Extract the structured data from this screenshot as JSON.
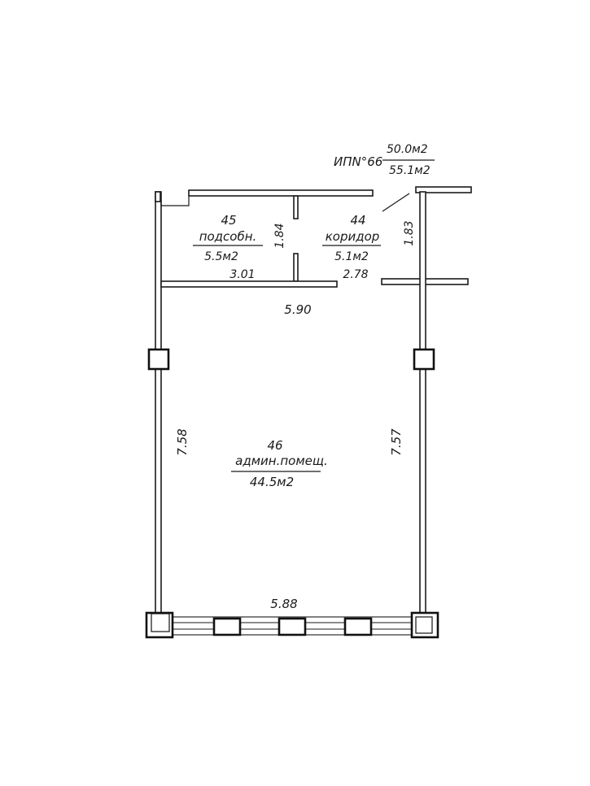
{
  "plan": {
    "code": "ИПN°66",
    "area_top": "50.0м2",
    "area_bottom": "55.1м2",
    "rooms": [
      {
        "num": "45",
        "name": "подсобн.",
        "area": "5.5м2"
      },
      {
        "num": "44",
        "name": "коридор",
        "area": "5.1м2"
      },
      {
        "num": "46",
        "name": "админ.помещ.",
        "area": "44.5м2"
      }
    ],
    "dimensions": {
      "room45_height": "1.84",
      "room45_width": "3.01",
      "room44_height": "1.83",
      "room44_width": "2.78",
      "main_top_width": "5.90",
      "main_bottom_width": "5.88",
      "main_left_height": "7.58",
      "main_right_height": "7.57"
    }
  }
}
